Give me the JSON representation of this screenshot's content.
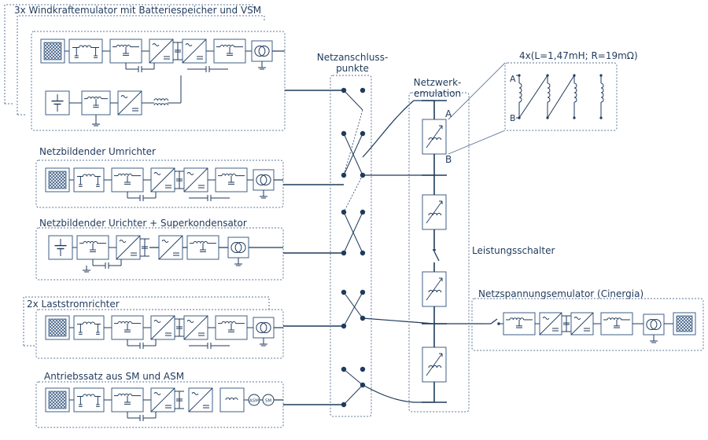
{
  "colors": {
    "line": "#1f3a5c",
    "box": "#3f5f86",
    "dash": "#5b7698",
    "fill": "#ffffff"
  },
  "blocks": {
    "wind": {
      "title": "3x Windkraftemulator mit Batteriespeicher und VSM"
    },
    "grid_forming": {
      "title": "Netzbildender Umrichter"
    },
    "grid_forming_sc": {
      "title": "Netzbildender Urichter + Superkondensator"
    },
    "load": {
      "title": "2x Laststromrichter"
    },
    "drive": {
      "title": "Antriebssatz aus SM und ASM",
      "motor1": "ASM",
      "motor2": "SM"
    }
  },
  "connection_points": {
    "title_line1": "Netzanschluss-",
    "title_line2": "punkte"
  },
  "network": {
    "title_line1": "Netzwerk-",
    "title_line2": "emulation",
    "node_a": "A",
    "node_b": "B",
    "breaker_label": "Leistungsschalter"
  },
  "impedance": {
    "title": "4x(L=1,47mH; R=19mΩ)",
    "node_a": "A",
    "node_b": "B"
  },
  "grid_emulator": {
    "title": "Netzspannungsemulator (Cinergia)"
  }
}
